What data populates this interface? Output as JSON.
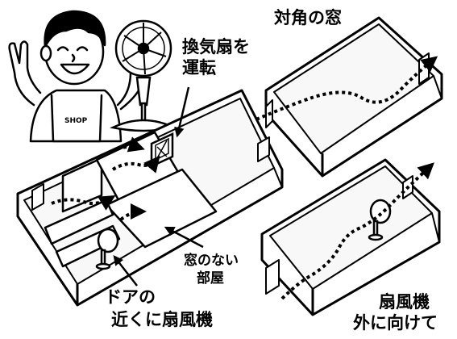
{
  "labels": {
    "fan_on_line1": "換気扇を",
    "fan_on_line2": "運転",
    "diagonal_window": "対角の窓",
    "windowless_line1": "窓のない",
    "windowless_line2": "部屋",
    "door_fan_line1": "ドアの",
    "door_fan_line2": "近くに扇風機",
    "outward_line1": "扇風機",
    "outward_line2": "外に向けて"
  },
  "apron_text": "SHOP",
  "colors": {
    "ink": "#000000",
    "paper": "#ffffff",
    "fill_light": "#f2f2f2"
  }
}
